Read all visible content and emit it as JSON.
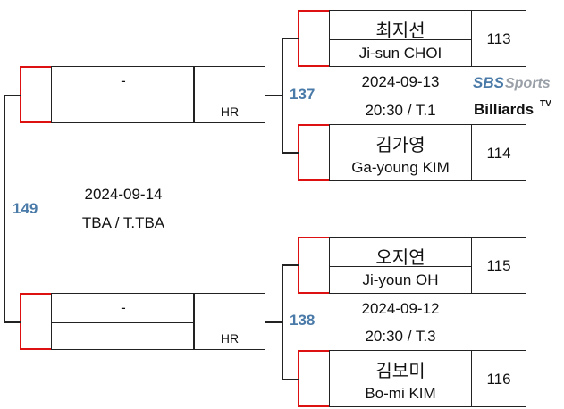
{
  "upper_quarter": {
    "player_a": {
      "name_kr": "최지선",
      "name_en": "Ji-sun CHOI",
      "match_no": "113"
    },
    "player_b": {
      "name_kr": "김가영",
      "name_en": "Ga-young KIM",
      "match_no": "114"
    },
    "match_label": "137",
    "date": "2024-09-13",
    "time_table": "20:30 / T.1"
  },
  "lower_quarter": {
    "player_a": {
      "name_kr": "오지연",
      "name_en": "Ji-youn OH",
      "match_no": "115"
    },
    "player_b": {
      "name_kr": "김보미",
      "name_en": "Bo-mi KIM",
      "match_no": "116"
    },
    "match_label": "138",
    "date": "2024-09-12",
    "time_table": "20:30 / T.3"
  },
  "semifinal": {
    "top_slot": {
      "name": "-",
      "score": "HR"
    },
    "bottom_slot": {
      "name": "-",
      "score": "HR"
    },
    "match_label": "149",
    "date": "2024-09-14",
    "time_table": "TBA / T.TBA"
  },
  "logos": {
    "broadcaster": "SBS Sports",
    "channel": "Billiards",
    "channel_suffix": "TV"
  },
  "colors": {
    "seat_border": "#dd1111",
    "match_label": "#4a7aa8",
    "line": "#222222"
  }
}
